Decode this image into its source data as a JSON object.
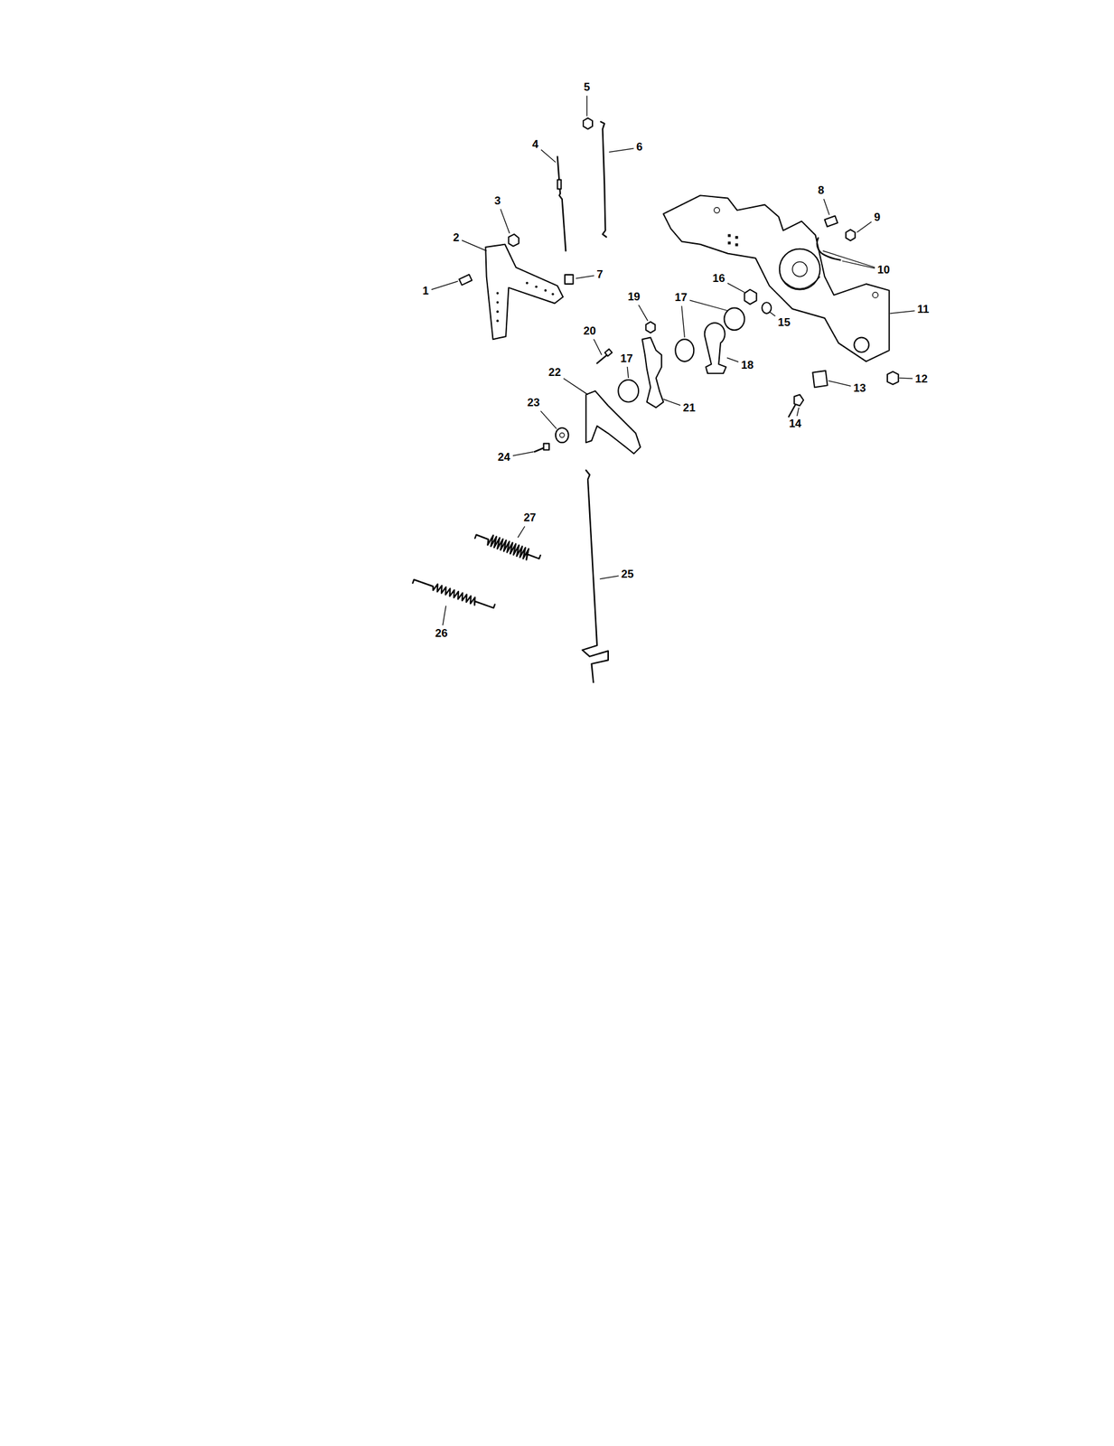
{
  "diagram": {
    "labels": [
      "5",
      "4",
      "6",
      "8",
      "3",
      "9",
      "2",
      "10",
      "7",
      "1",
      "19",
      "17",
      "16",
      "11",
      "15",
      "20",
      "17",
      "18",
      "22",
      "12",
      "13",
      "23",
      "21",
      "14",
      "24",
      "27",
      "25",
      "26"
    ]
  }
}
